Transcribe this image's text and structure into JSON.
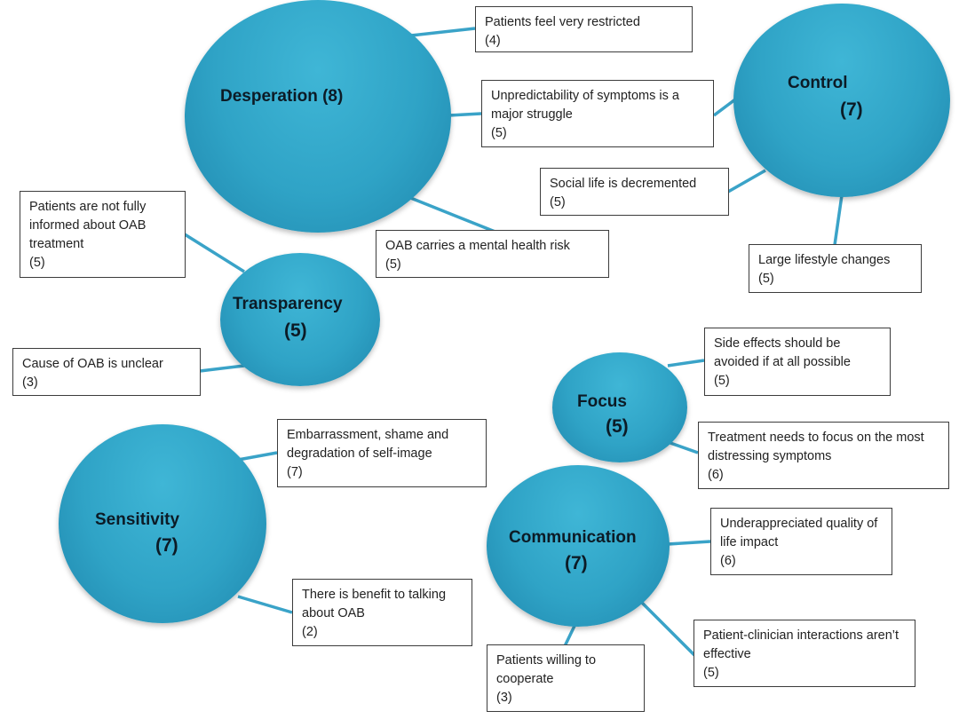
{
  "themes": {
    "desperation": {
      "title": "Desperation  (8)",
      "count": ""
    },
    "control": {
      "title": "Control",
      "count": "(7)"
    },
    "transparency": {
      "title": "Transparency",
      "count": "(5)"
    },
    "focus": {
      "title": "Focus",
      "count": "(5)"
    },
    "sensitivity": {
      "title": "Sensitivity",
      "count": "(7)"
    },
    "communication": {
      "title": "Communication",
      "count": "(7)"
    }
  },
  "subthemes": {
    "restricted": {
      "text": "Patients feel very restricted",
      "count": "(4)"
    },
    "unpredictability": {
      "text": "Unpredictability of symptoms is a major struggle",
      "count": "(5)"
    },
    "social_life": {
      "text": "Social life is decremented",
      "count": "(5)"
    },
    "mental_health": {
      "text": "OAB carries a mental health risk",
      "count": "(5)"
    },
    "lifestyle": {
      "text": "Large lifestyle changes",
      "count": "(5)"
    },
    "not_informed": {
      "text": "Patients are not fully informed about OAB treatment",
      "count": "(5)"
    },
    "cause_unclear": {
      "text": "Cause of OAB is unclear",
      "count": "(3)"
    },
    "side_effects": {
      "text": "Side effects should be avoided if at all possible",
      "count": "(5)"
    },
    "distressing": {
      "text": "Treatment needs to focus on the most distressing symptoms",
      "count": "(6)"
    },
    "embarrassment": {
      "text": "Embarrassment, shame and degradation of self-image",
      "count": "(7)"
    },
    "underappreciated": {
      "text": "Underappreciated quality of life impact",
      "count": "(6)"
    },
    "benefit_talking": {
      "text": "There is benefit to talking about OAB",
      "count": "(2)"
    },
    "interactions": {
      "text": "Patient-clinician interactions aren’t effective",
      "count": "(5)"
    },
    "cooperate": {
      "text": "Patients willing to cooperate",
      "count": "(3)"
    }
  },
  "colors": {
    "bubble": "#2fa3c6",
    "connector": "#3aa3c8",
    "card_border": "#3c3c3c"
  }
}
